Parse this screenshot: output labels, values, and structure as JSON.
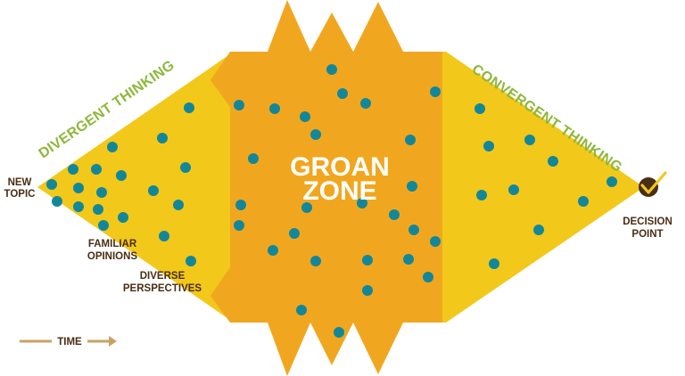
{
  "colors": {
    "background": "#ffffff",
    "diamond_yellow": "#f2c81a",
    "groan_orange": "#f0a71f",
    "groan_inner": "#eda41e",
    "dot_teal": "#13879a",
    "label_dark": "#4a2e14",
    "label_green": "#8db83a",
    "time_arrow": "#c9a263",
    "check_yellow": "#f2c81a"
  },
  "labels": {
    "divergent": "DIVERGENT THINKING",
    "convergent": "CONVERGENT THINKING",
    "groan_line1": "GROAN",
    "groan_line2": "ZONE",
    "new_topic_line1": "NEW",
    "new_topic_line2": "TOPIC",
    "familiar_line1": "FAMILIAR",
    "familiar_line2": "OPINIONS",
    "diverse_line1": "DIVERSE",
    "diverse_line2": "PERSPECTIVES",
    "decision_line1": "DECISION",
    "decision_line2": "POINT",
    "time": "TIME"
  },
  "icons": {
    "decision_marker": "check-circle-icon",
    "time_arrow": "arrow-right-icon"
  }
}
